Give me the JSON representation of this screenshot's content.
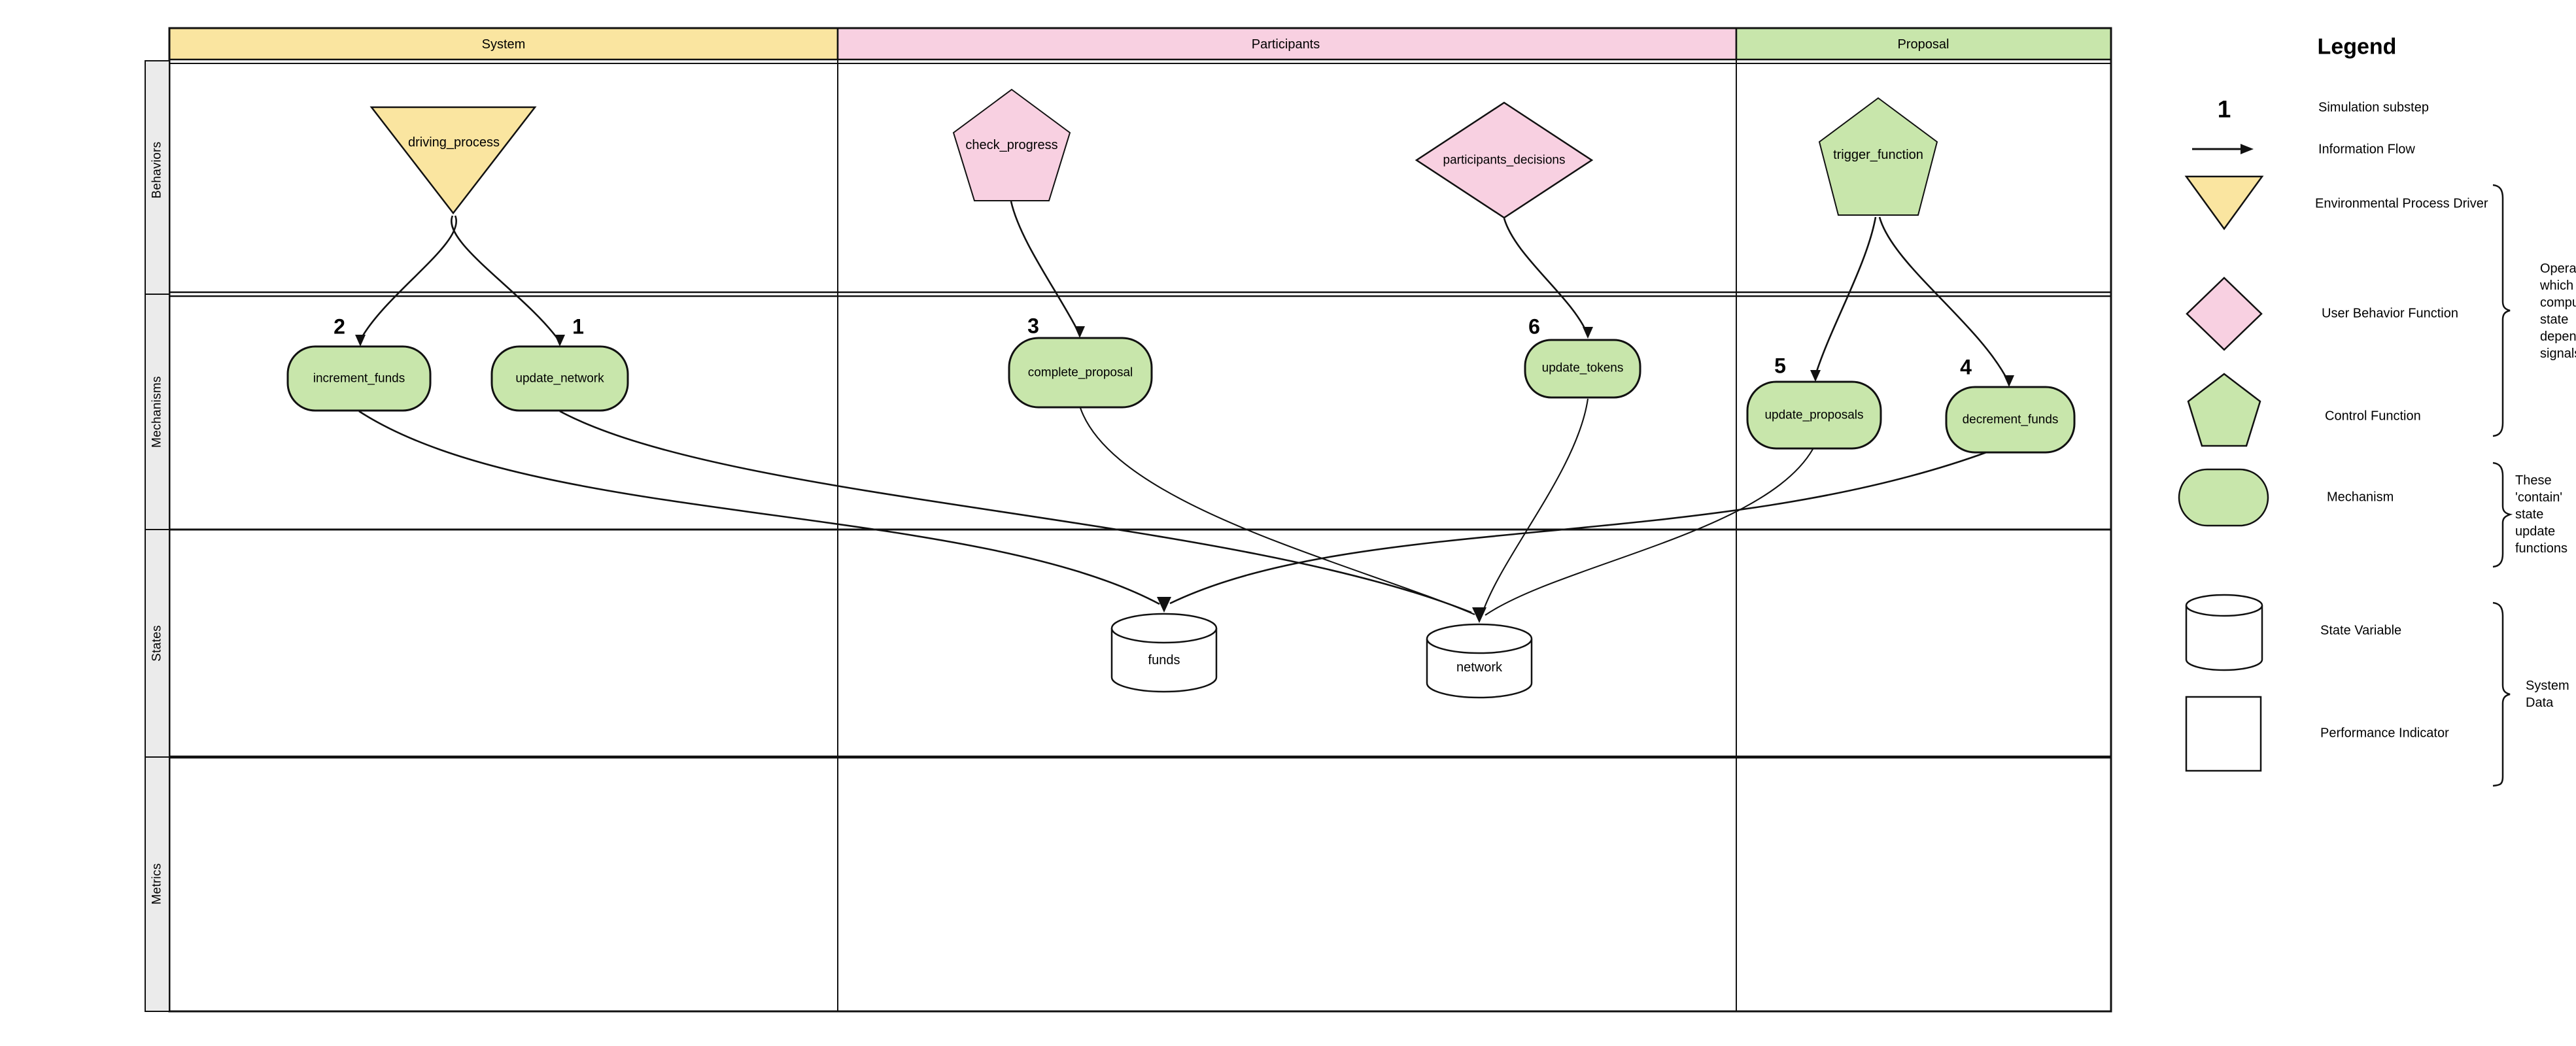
{
  "colors": {
    "yellow": "#FAE5A0",
    "pink": "#F8D0E1",
    "green": "#C8E6AB",
    "lane_gray": "#EBEBEB",
    "stroke": "#111111"
  },
  "table": {
    "columns": [
      {
        "label": "System",
        "color": "#FAE5A0"
      },
      {
        "label": "Participants",
        "color": "#F8D0E1"
      },
      {
        "label": "Proposal",
        "color": "#C8E6AB"
      }
    ],
    "rows": [
      {
        "label": "Behaviors"
      },
      {
        "label": "Mechanisms"
      },
      {
        "label": "States"
      },
      {
        "label": "Metrics"
      }
    ]
  },
  "nodes": {
    "behaviors": [
      {
        "label": "driving_process",
        "shape": "triangle-down",
        "color": "yellow",
        "column": "System"
      },
      {
        "label": "check_progress",
        "shape": "pentagon",
        "color": "pink",
        "column": "Participants"
      },
      {
        "label": "participants_decisions",
        "shape": "diamond",
        "color": "pink",
        "column": "Participants"
      },
      {
        "label": "trigger_function",
        "shape": "pentagon",
        "color": "green",
        "column": "Proposal"
      }
    ],
    "mechanisms": [
      {
        "label": "increment_funds",
        "substep": "2",
        "column": "System"
      },
      {
        "label": "update_network",
        "substep": "1",
        "column": "System"
      },
      {
        "label": "complete_proposal",
        "substep": "3",
        "column": "Participants"
      },
      {
        "label": "update_tokens",
        "substep": "6",
        "column": "Participants"
      },
      {
        "label": "update_proposals",
        "substep": "5",
        "column": "Proposal"
      },
      {
        "label": "decrement_funds",
        "substep": "4",
        "column": "Proposal"
      }
    ],
    "states": [
      {
        "label": "funds",
        "shape": "cylinder"
      },
      {
        "label": "network",
        "shape": "cylinder"
      }
    ]
  },
  "edges": {
    "behavior_to_mechanism": [
      {
        "from": "driving_process",
        "to": "increment_funds"
      },
      {
        "from": "driving_process",
        "to": "update_network"
      },
      {
        "from": "check_progress",
        "to": "complete_proposal"
      },
      {
        "from": "participants_decisions",
        "to": "update_tokens"
      },
      {
        "from": "trigger_function",
        "to": "update_proposals"
      },
      {
        "from": "trigger_function",
        "to": "decrement_funds"
      }
    ],
    "mechanism_to_state": [
      {
        "from": "increment_funds",
        "to": "funds"
      },
      {
        "from": "decrement_funds",
        "to": "funds"
      },
      {
        "from": "update_network",
        "to": "network"
      },
      {
        "from": "complete_proposal",
        "to": "network"
      },
      {
        "from": "update_tokens",
        "to": "network"
      },
      {
        "from": "update_proposals",
        "to": "network"
      }
    ]
  },
  "legend": {
    "title": "Legend",
    "items": [
      {
        "symbol": "substep-number",
        "sample": "1",
        "label": "Simulation substep"
      },
      {
        "symbol": "arrow",
        "label": "Information Flow"
      },
      {
        "symbol": "triangle-down",
        "label": "Environmental Process Driver"
      },
      {
        "symbol": "diamond",
        "label": "User Behavior Function"
      },
      {
        "symbol": "pentagon",
        "label": "Control Function"
      },
      {
        "symbol": "pill",
        "label": "Mechanism"
      },
      {
        "symbol": "cylinder",
        "label": "State Variable"
      },
      {
        "symbol": "square",
        "label": "Performance Indicator"
      }
    ],
    "annotations": [
      {
        "text": "Operators which compute state dependent signals"
      },
      {
        "text": "These 'contain' state update functions"
      },
      {
        "text": "System Data"
      }
    ]
  }
}
